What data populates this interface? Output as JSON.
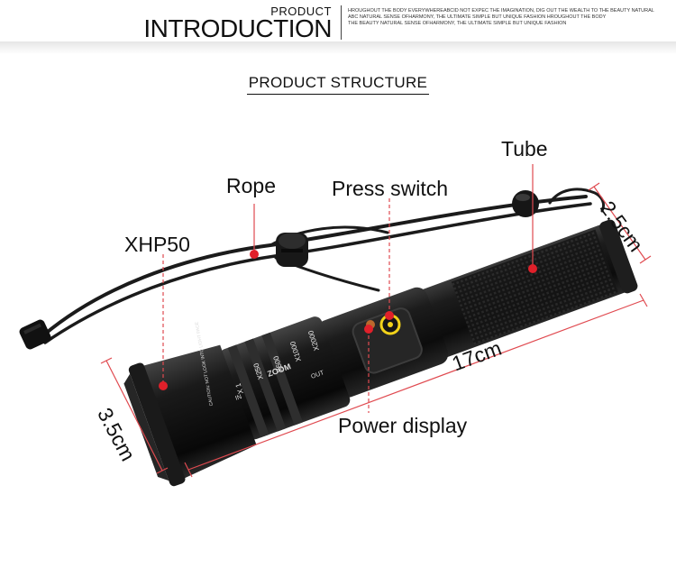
{
  "header": {
    "small": "PRODUCT",
    "big": "INTRODUCTION",
    "fine_text": [
      "HROUGHOUT THE BODY EVERYWHEREABCID NOT EXPEC THE IMAGINATION, DIG OUT THE WEALTH TO THE BEAUTY NATURAL",
      "ABC NATURAL SENSE OFHARMONY, THE ULTIMATE SIMPLE BUT UNIQUE FASHION HROUGHOUT THE BODY",
      "THE BEAUTY NATURAL SENSE OFHARMONY, THE ULTIMATE SIMPLE BUT UNIQUE FASHION"
    ]
  },
  "section_title": "PRODUCT STRUCTURE",
  "labels": {
    "tube": "Tube",
    "rope": "Rope",
    "press_switch": "Press switch",
    "xhp50": "XHP50",
    "power_display": "Power display",
    "length": "17cm",
    "tail_diameter": "2.5cm",
    "head_diameter": "3.5cm"
  },
  "zoom_ring": [
    "X 1",
    "X250",
    "X500",
    "X1000",
    "X2000"
  ],
  "head_print": [
    "ZOOM",
    "CAUTION: NOT LOOK INTO LIGHT FACE",
    "IN",
    "OUT"
  ],
  "colors": {
    "marker": "#e0202a",
    "guide": "#e04a50",
    "body": "#141414",
    "switch_ring": "#f2d21a"
  }
}
